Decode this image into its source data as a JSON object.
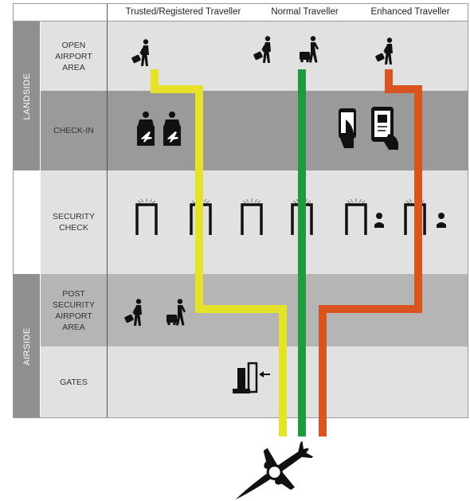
{
  "columns": [
    {
      "label": "Trusted/Registered Traveller"
    },
    {
      "label": "Normal Traveller"
    },
    {
      "label": "Enhanced Traveller"
    }
  ],
  "sides": {
    "landside": "LANDSIDE",
    "airside": "AIRSIDE"
  },
  "rows": [
    {
      "label": "OPEN\nAIRPORT\nAREA"
    },
    {
      "label": "CHECK-IN"
    },
    {
      "label": "SECURITY\nCHECK"
    },
    {
      "label": "POST SECURITY\nAIRPORT\nAREA"
    },
    {
      "label": "GATES"
    }
  ],
  "colors": {
    "trusted_path": "#e6e22a",
    "normal_path": "#1f9a3e",
    "enhanced_path": "#d9541e",
    "row_light": "#e1e1e1",
    "row_dark": "#9a9a9a",
    "side_bar": "#8f8f8f"
  }
}
